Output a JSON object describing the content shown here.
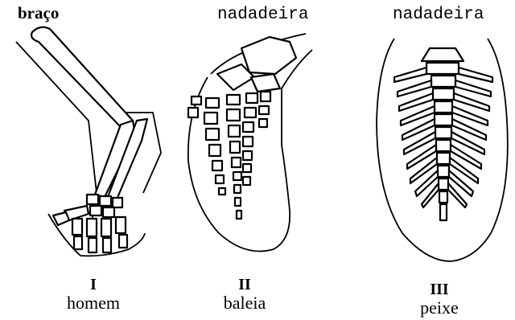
{
  "labels": {
    "arm": "braço",
    "fin_whale": "nadadeira",
    "fin_fish": "nadadeira"
  },
  "captions": [
    {
      "numeral": "I",
      "name": "homem"
    },
    {
      "numeral": "II",
      "name": "baleia"
    },
    {
      "numeral": "III",
      "name": "peixe"
    }
  ]
}
